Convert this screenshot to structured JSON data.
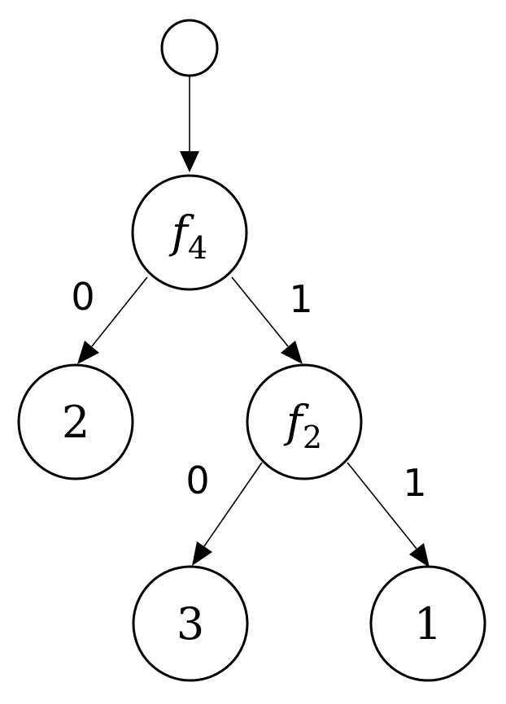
{
  "nodes": {
    "root": {
      "label": ""
    },
    "f4": {
      "label": "f",
      "sub": "4"
    },
    "leaf_2": {
      "label": "2"
    },
    "f2": {
      "label": "f",
      "sub": "2"
    },
    "leaf_3": {
      "label": "3"
    },
    "leaf_1": {
      "label": "1"
    }
  },
  "edges": {
    "f4_to_2": {
      "label": "0"
    },
    "f4_to_f2": {
      "label": "1"
    },
    "f2_to_3": {
      "label": "0"
    },
    "f2_to_1": {
      "label": "1"
    }
  }
}
